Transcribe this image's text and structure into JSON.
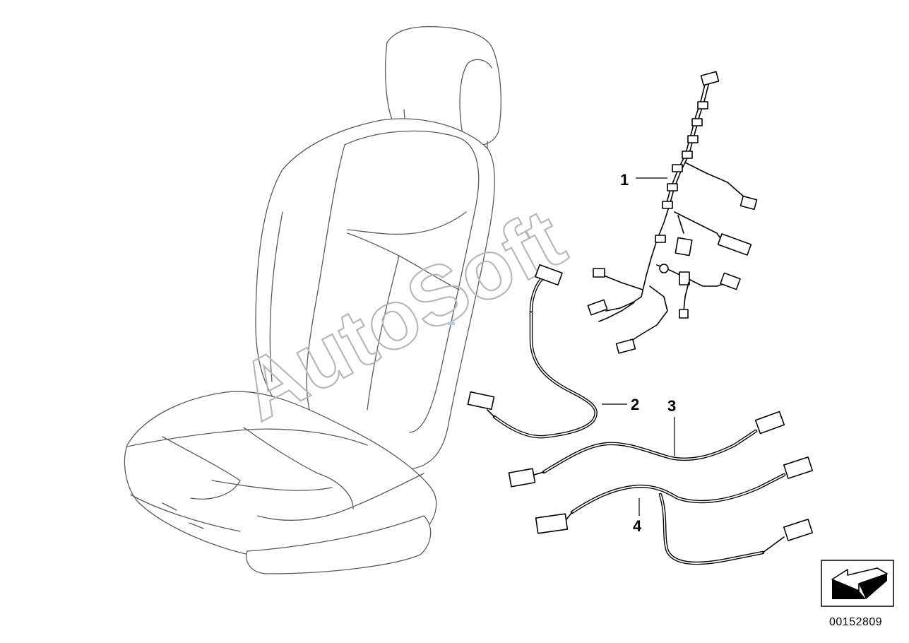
{
  "diagram": {
    "watermark": "AutoSoft",
    "document_number": "00152809",
    "callouts": {
      "c1": "1",
      "c2": "2",
      "c3": "3",
      "c4": "4"
    },
    "nav_icon": "arrow-icon"
  }
}
